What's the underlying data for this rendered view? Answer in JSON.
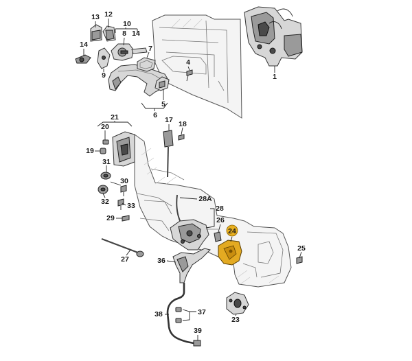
{
  "diagram": {
    "highlight_color": "#e8b020",
    "labels": {
      "n1": "1",
      "n4": "4",
      "n5": "5",
      "n6": "6",
      "n7": "7",
      "n8": "8",
      "n9": "9",
      "n10": "10",
      "n12": "12",
      "n13": "13",
      "n14a": "14",
      "n14b": "14",
      "n17": "17",
      "n18": "18",
      "n19": "19",
      "n20": "20",
      "n21": "21",
      "n23": "23",
      "n24": "24",
      "n25": "25",
      "n26": "26",
      "n27": "27",
      "n28": "28",
      "n28a": "28A",
      "n29": "29",
      "n30": "30",
      "n31": "31",
      "n32": "32",
      "n33": "33",
      "n36": "36",
      "n37": "37",
      "n38": "38",
      "n39": "39"
    }
  }
}
